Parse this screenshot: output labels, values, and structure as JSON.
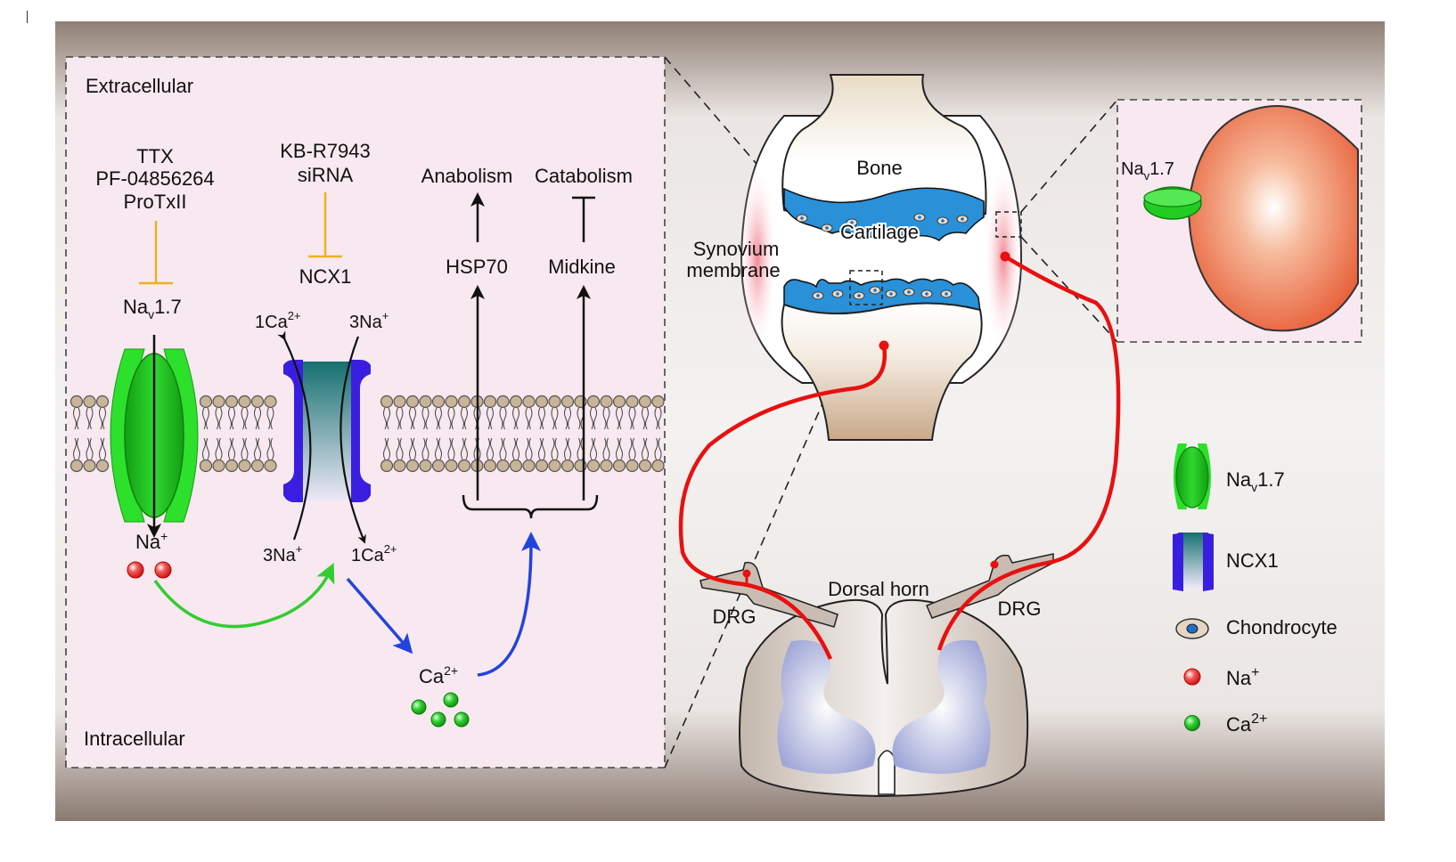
{
  "panel_left": {
    "extracellular": "Extracellular",
    "intracellular": "Intracellular",
    "inhibitors_nav": [
      "TTX",
      "PF-04856264",
      "ProTxII"
    ],
    "inhibitors_ncx": [
      "KB-R7943",
      "siRNA"
    ],
    "nav_label_main": "Na",
    "nav_label_sub": "v",
    "nav_label_tail": "1.7",
    "ncx_label": "NCX1",
    "ncx_top_left": "1Ca",
    "ncx_top_left_sup": "2+",
    "ncx_top_right": "3Na",
    "ncx_top_right_sup": "+",
    "ncx_bottom_left": "3Na",
    "ncx_bottom_left_sup": "+",
    "ncx_bottom_right": "1Ca",
    "ncx_bottom_right_sup": "2+",
    "na_label": "Na",
    "na_sup": "+",
    "ca_label": "Ca",
    "ca_sup": "2+",
    "anabolism": "Anabolism",
    "catabolism": "Catabolism",
    "hsp70": "HSP70",
    "midkine": "Midkine"
  },
  "joint": {
    "bone": "Bone",
    "cartilage": "Cartilage",
    "synovium_line1": "Synovium",
    "synovium_line2": "membrane",
    "drg_left": "DRG",
    "drg_right": "DRG",
    "dorsal_horn": "Dorsal horn"
  },
  "inset": {
    "nav_main": "Na",
    "nav_sub": "v",
    "nav_tail": "1.7"
  },
  "legend": {
    "nav_main": "Na",
    "nav_sub": "v",
    "nav_tail": "1.7",
    "ncx": "NCX1",
    "chondrocyte": "Chondrocyte",
    "na": "Na",
    "na_sup": "+",
    "ca": "Ca",
    "ca_sup": "2+"
  },
  "colors": {
    "inhibitor": "#f0b020",
    "nav_green": "#22cc22",
    "ncx_blue": "#3a1ee0",
    "ncx_teal": "#1a7a7a",
    "nerve_red": "#e81010",
    "cartilage_blue": "#2a90d8",
    "panel_pink": "#f8e8ef",
    "arrow_green": "#33cc33",
    "arrow_blue": "#2244dd"
  }
}
